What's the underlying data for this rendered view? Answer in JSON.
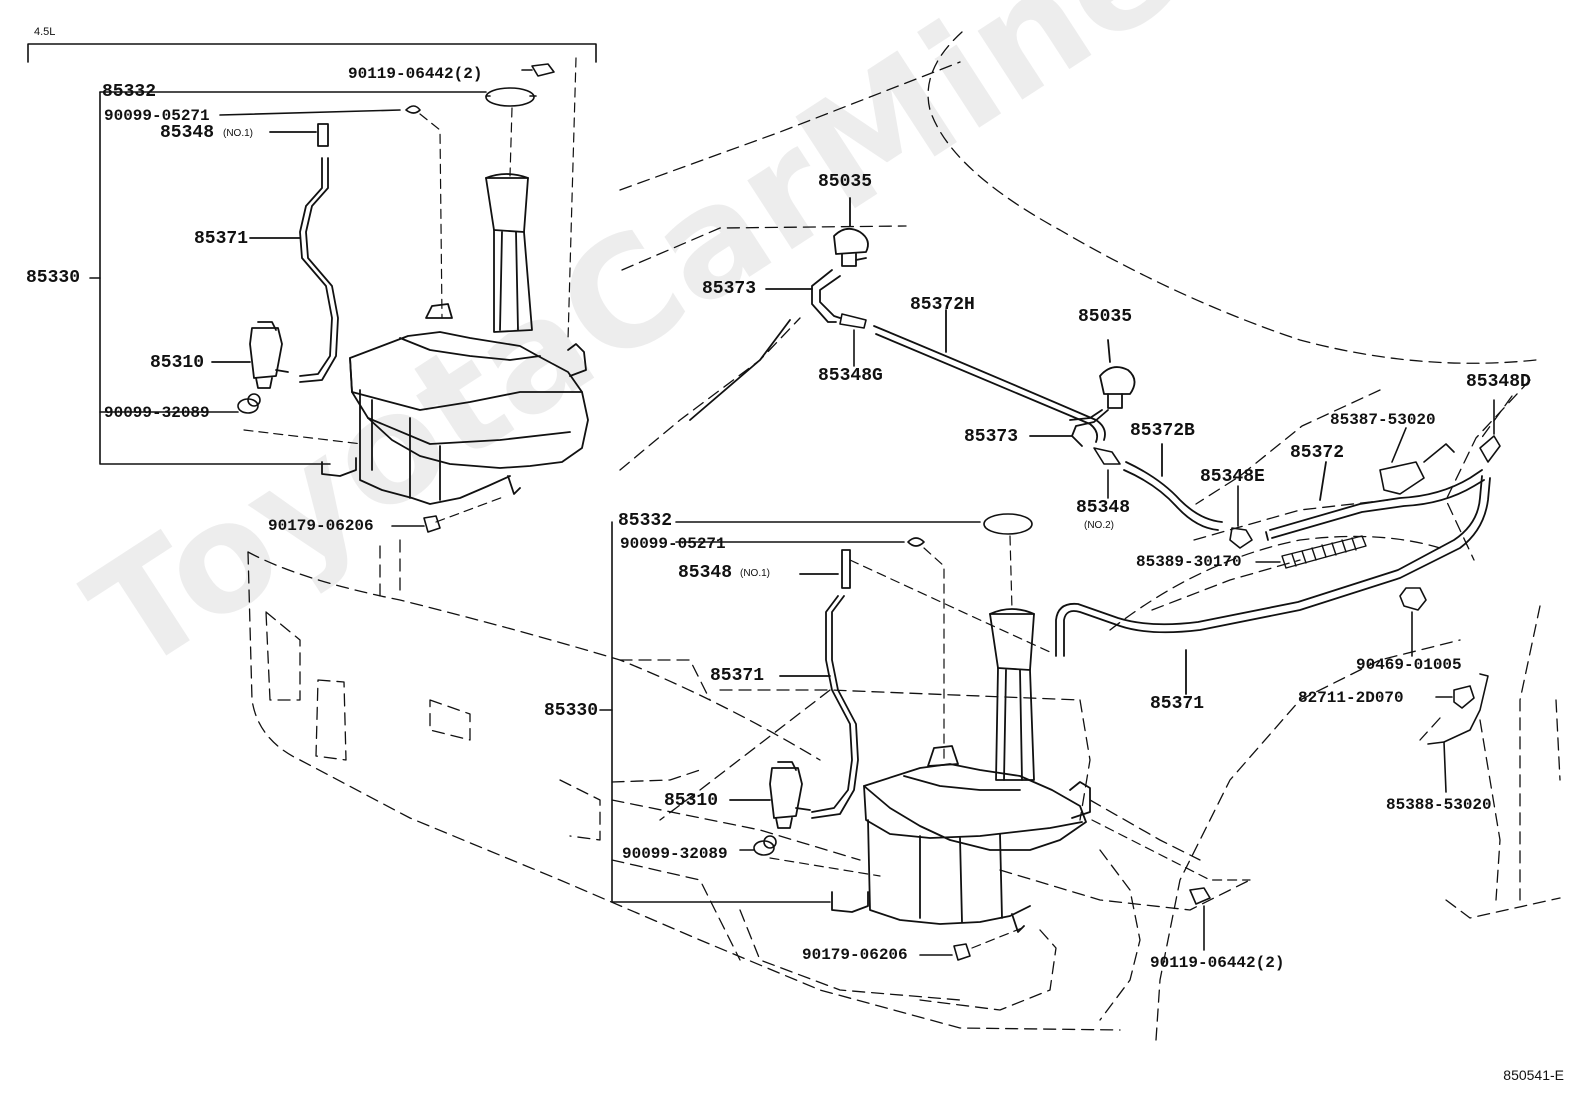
{
  "diagram": {
    "section_label": "4.5L",
    "figure_number": "850541-E",
    "watermark": "ToyotaCarMine.ru",
    "upper_assembly": {
      "cap_bolt": "90119-06442(2)",
      "tank_assembly": "85330",
      "inlet_cap": "85332",
      "grommet": "90099-05271",
      "joint": "85348",
      "joint_note": "(NO.1)",
      "hose": "85371",
      "pump": "85310",
      "pump_grommet": "90099-32089",
      "bottom_bolt": "90179-06206"
    },
    "lower_assembly": {
      "inlet_cap": "85332",
      "grommet": "90099-05271",
      "joint": "85348",
      "joint_note": "(NO.1)",
      "hose": "85371",
      "tank_assembly": "85330",
      "pump": "85310",
      "pump_grommet": "90099-32089",
      "bottom_bolt": "90179-06206",
      "side_bolt": "90119-06442(2)"
    },
    "hood_parts": {
      "nozzle_left": "85035",
      "hose_left": "85373",
      "joint_g": "85348G",
      "hose_h": "85372H",
      "nozzle_right": "85035",
      "hose_right": "85373",
      "hose_b": "85372B",
      "joint_center": "85348",
      "joint_center_note": "(NO.2)",
      "joint_e": "85348E",
      "hose_main": "85372",
      "joint_d": "85348D",
      "clamp_upper": "85387-53020",
      "protector": "85389-30170",
      "clip": "90469-01005",
      "long_hose": "85371",
      "clip_2": "82711-2D070",
      "clamp_lower": "85388-53020"
    }
  }
}
